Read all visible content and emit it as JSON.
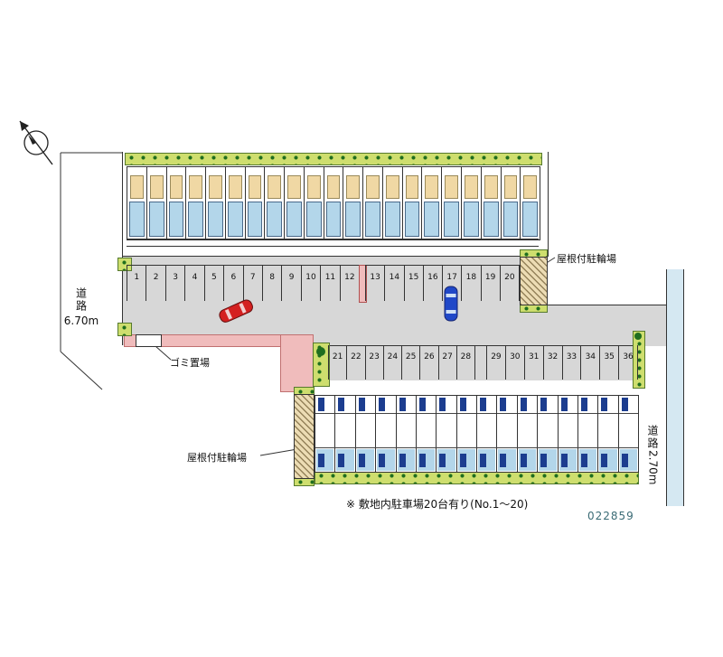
{
  "plan_number": "022859",
  "note": "※ 敷地内駐車場20台有り(No.1～20)",
  "labels": {
    "road_left_name": "道路",
    "road_left_size": "6.70m",
    "road_right_name": "道路",
    "road_right_size": "2.70m",
    "garbage": "ゴミ置場",
    "bike_parking_top": "屋根付駐輪場",
    "bike_parking_bottom": "屋根付駐輪場"
  },
  "parking": {
    "row1_group_a": [
      "1",
      "2",
      "3",
      "4",
      "5",
      "6",
      "7",
      "8",
      "9",
      "10",
      "11",
      "12"
    ],
    "row1_group_b": [
      "13",
      "14",
      "15",
      "16",
      "17",
      "18",
      "19",
      "20"
    ],
    "row2_group_a": [
      "21",
      "22",
      "23",
      "24",
      "25",
      "26",
      "27",
      "28"
    ],
    "row2_group_b": [
      "29",
      "30",
      "31",
      "32",
      "33",
      "34",
      "35",
      "36"
    ]
  },
  "buildings": {
    "top_unit_count": 21,
    "bottom_unit_count": 16
  },
  "colors": {
    "site_gray": "#d7d7d7",
    "green": "#cede6e",
    "green_dot": "#1f6e1f",
    "unit_tan": "#f0d8a4",
    "unit_blue": "#b3d6ea",
    "walkway_pink": "#f0bcbc",
    "hatch_tan": "#ecdcb4",
    "car_red": "#d42020",
    "car_blue": "#2048c8",
    "road_blue": "#d5e8f2",
    "navy": "#1c3d8f"
  }
}
